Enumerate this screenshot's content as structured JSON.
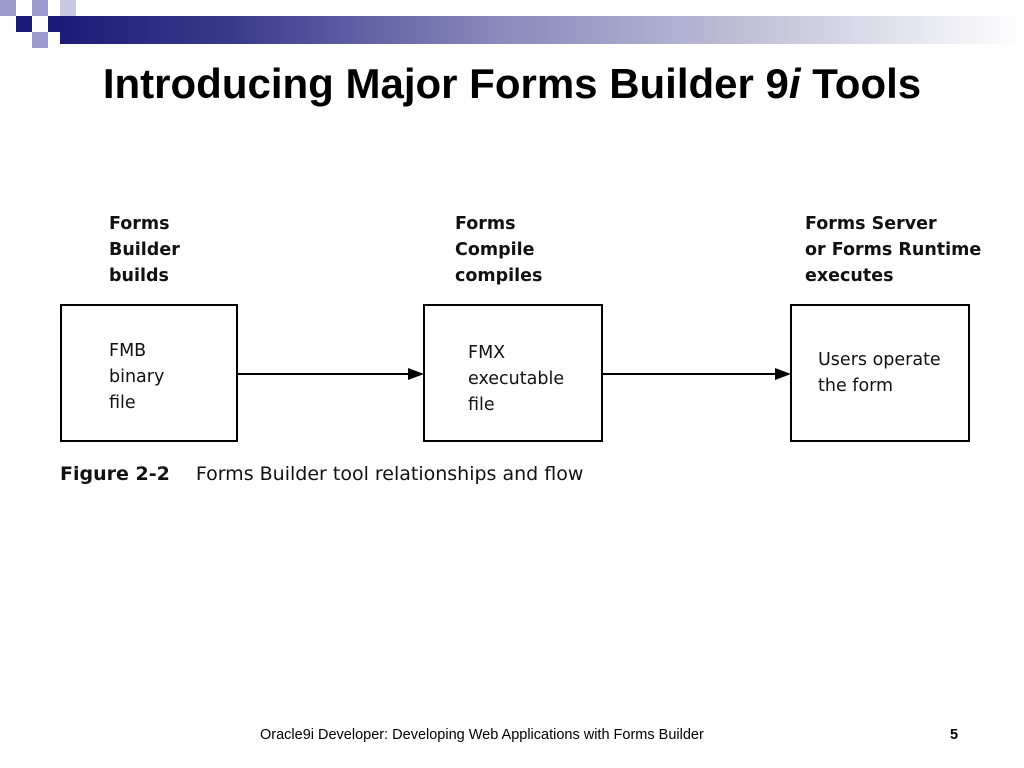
{
  "slide": {
    "title_main": "Introducing Major Forms Builder 9",
    "title_italic": "i",
    "title_end": " Tools",
    "footer": "Oracle9i Developer: Developing Web Applications with Forms Builder",
    "page_number": "5"
  },
  "diagram": {
    "stages": [
      {
        "label_lines": [
          "Forms",
          "Builder",
          "builds"
        ],
        "box_lines": [
          "FMB",
          "binary",
          "file"
        ]
      },
      {
        "label_lines": [
          "Forms",
          "Compile",
          "compiles"
        ],
        "box_lines": [
          "FMX",
          "executable",
          "file"
        ]
      },
      {
        "label_lines": [
          "Forms Server",
          "or Forms Runtime",
          "executes"
        ],
        "box_lines": [
          "Users operate",
          "the form"
        ]
      }
    ],
    "caption_number": "Figure 2-2",
    "caption_text": "Forms Builder tool relationships and flow"
  },
  "theme": {
    "accent": "#1c1c78",
    "accent_light": "#9999cc"
  }
}
